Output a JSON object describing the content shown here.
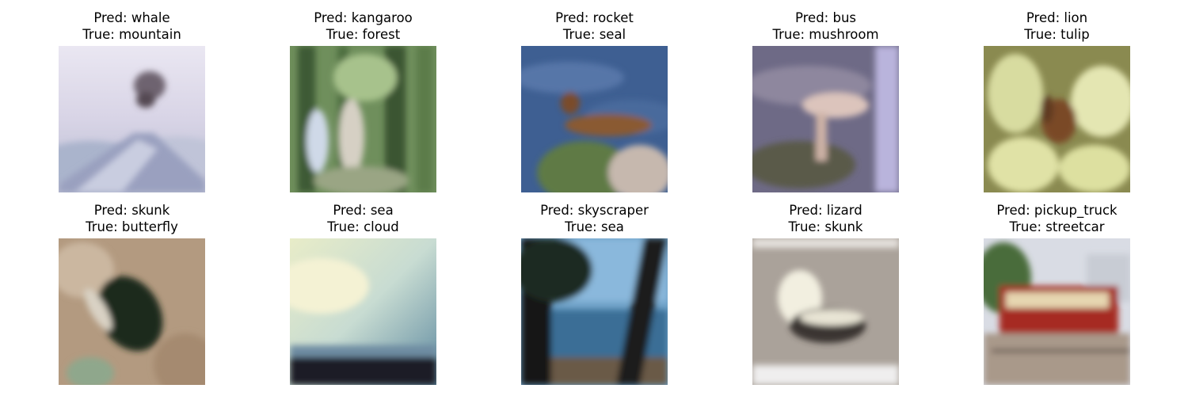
{
  "figure": {
    "panels": [
      {
        "pred_text": "Pred: whale",
        "true_text": "True: mountain",
        "image_subject": "snowy volcanic mountain under cloudy sky"
      },
      {
        "pred_text": "Pred: kangaroo",
        "true_text": "True: forest",
        "image_subject": "people walking through green forest"
      },
      {
        "pred_text": "Pred: rocket",
        "true_text": "True: seal",
        "image_subject": "seal lying on rock by blue water"
      },
      {
        "pred_text": "Pred: bus",
        "true_text": "True: mushroom",
        "image_subject": "pale mushroom on purple ground"
      },
      {
        "pred_text": "Pred: lion",
        "true_text": "True: tulip",
        "image_subject": "yellow-green lily flower close-up"
      },
      {
        "pred_text": "Pred: skunk",
        "true_text": "True: butterfly",
        "image_subject": "dark butterfly on tan background"
      },
      {
        "pred_text": "Pred: sea",
        "true_text": "True: cloud",
        "image_subject": "bright hazy sky over dark treeline"
      },
      {
        "pred_text": "Pred: skyscraper",
        "true_text": "True: sea",
        "image_subject": "sea seen between dark tree trunks"
      },
      {
        "pred_text": "Pred: lizard",
        "true_text": "True: skunk",
        "image_subject": "white skunk on grey ground"
      },
      {
        "pred_text": "Pred: pickup_truck",
        "true_text": "True: streetcar",
        "image_subject": "red streetcar on rails near trees"
      }
    ]
  }
}
